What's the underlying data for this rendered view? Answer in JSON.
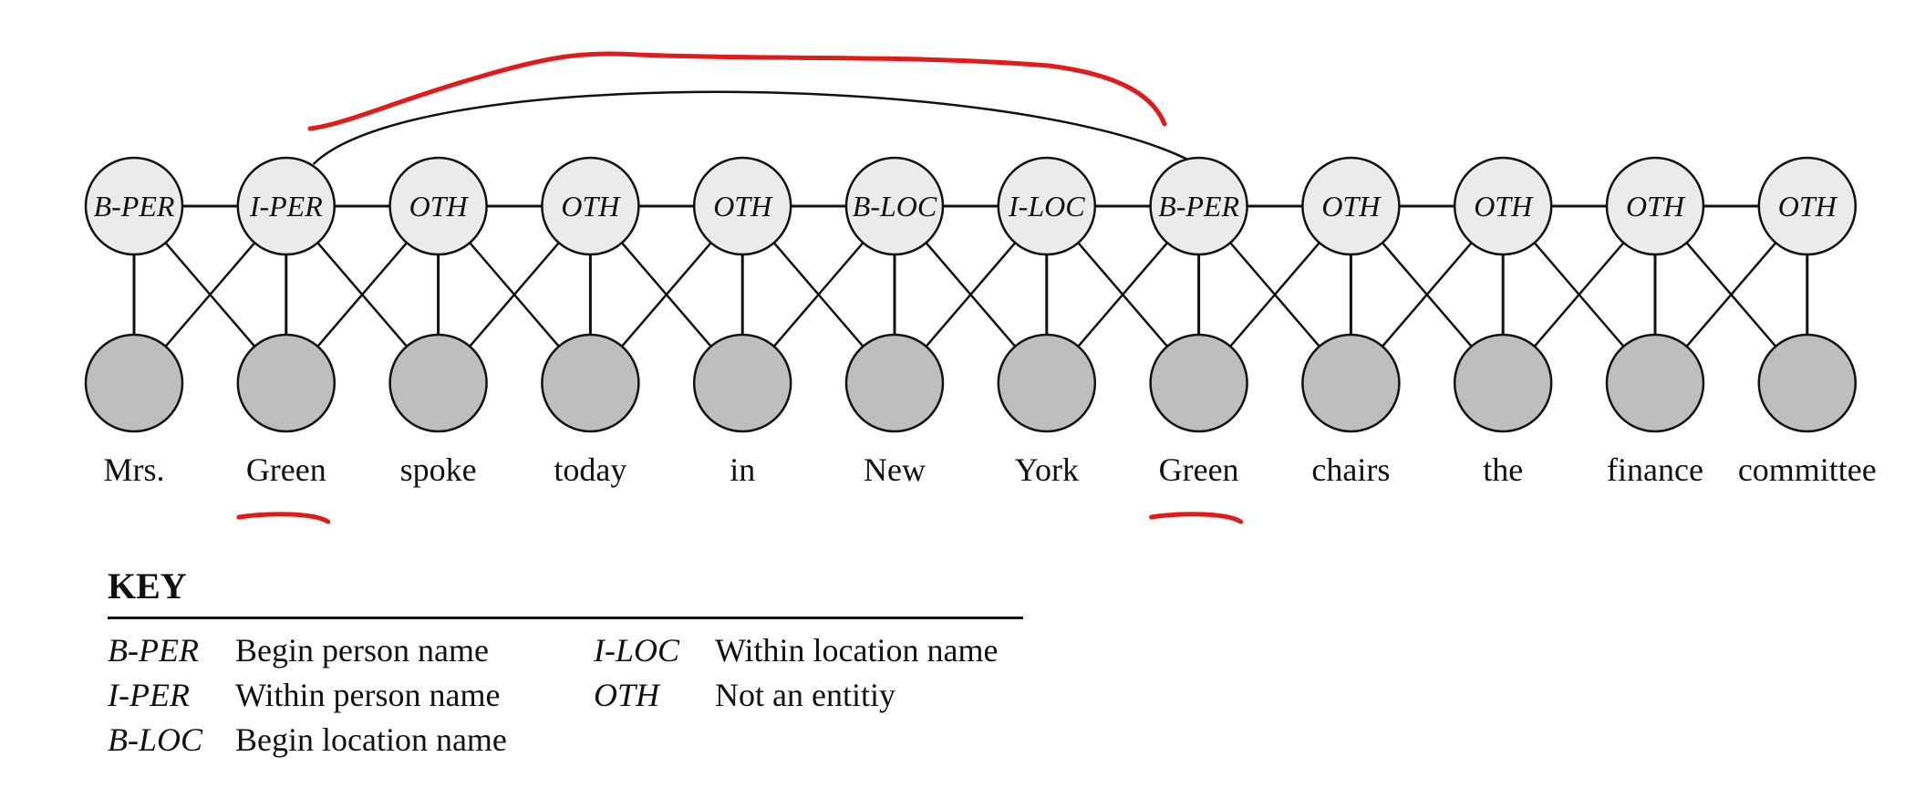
{
  "diagram": {
    "tags": [
      "B-PER",
      "I-PER",
      "OTH",
      "OTH",
      "OTH",
      "B-LOC",
      "I-LOC",
      "B-PER",
      "OTH",
      "OTH",
      "OTH",
      "OTH"
    ],
    "words": [
      "Mrs.",
      "Green",
      "spoke",
      "today",
      "in",
      "New",
      "York",
      "Green",
      "chairs",
      "the",
      "finance",
      "committee"
    ],
    "skip_edge": {
      "from": 1,
      "to": 7
    },
    "underlined_words": [
      1,
      7
    ],
    "colors": {
      "tag_fill": "#ebebec",
      "word_fill": "#bdbec0",
      "stroke": "#111111",
      "annotation": "#e21a1a"
    }
  },
  "key": {
    "title": "KEY",
    "entries": [
      {
        "abbr": "B-PER",
        "desc": "Begin person name"
      },
      {
        "abbr": "I-LOC",
        "desc": "Within location name"
      },
      {
        "abbr": "I-PER",
        "desc": "Within person name"
      },
      {
        "abbr": "OTH",
        "desc": "Not an entitiy"
      },
      {
        "abbr": "B-LOC",
        "desc": "Begin location name"
      }
    ]
  }
}
